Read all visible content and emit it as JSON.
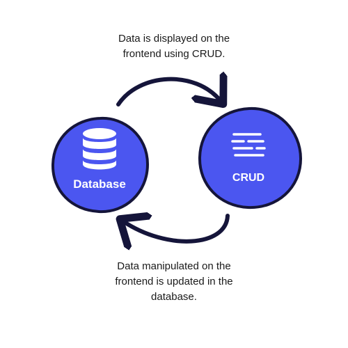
{
  "captions": {
    "top": {
      "line1": "Data is displayed on the",
      "line2": "frontend using CRUD."
    },
    "bottom": {
      "line1": "Data manipulated on the",
      "line2": "frontend is updated in the",
      "line3": "database."
    }
  },
  "nodes": {
    "database": {
      "label": "Database",
      "icon": "database-icon"
    },
    "crud": {
      "label": "CRUD",
      "icon": "list-lines-icon"
    }
  },
  "colors": {
    "node_fill": "#4b56f0",
    "outline": "#15153a",
    "text_dark": "#1a1a1a",
    "text_light": "#ffffff",
    "background": "#ffffff"
  }
}
